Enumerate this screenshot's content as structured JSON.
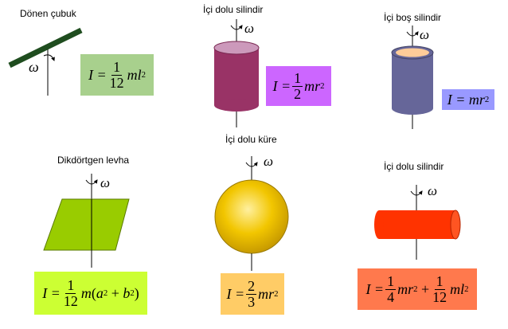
{
  "labels": {
    "rod": "Dönen çubuk",
    "solid_cylinder": "İçi dolu silindir",
    "hollow_cylinder": "İçi boş silindir",
    "plate": "Dikdörtgen levha",
    "sphere": "İçi dolu küre",
    "solid_cylinder_2": "İçi dolu silindir"
  },
  "omega_symbol": "ω",
  "formulas": {
    "rod": {
      "lhs": "I =",
      "num": "1",
      "den": "12",
      "rest": "ml",
      "exp": "2"
    },
    "solid_cylinder": {
      "lhs": "I =",
      "num": "1",
      "den": "2",
      "rest": "mr",
      "exp": "2"
    },
    "hollow_cylinder": {
      "lhs": "I =",
      "rest": "mr",
      "exp": "2"
    },
    "plate": {
      "lhs": "I =",
      "num": "1",
      "den": "12",
      "m": "m",
      "open": "(",
      "a": "a",
      "a_exp": "2",
      "plus": "+",
      "b": "b",
      "b_exp": "2",
      "close": ")"
    },
    "sphere": {
      "lhs": "I =",
      "num": "2",
      "den": "3",
      "rest": "mr",
      "exp": "2"
    },
    "solid_cylinder_2": {
      "lhs": "I =",
      "num1": "1",
      "den1": "4",
      "rest1": "mr",
      "exp1": "2",
      "plus": "+",
      "num2": "1",
      "den2": "12",
      "rest2": "ml",
      "exp2": "2"
    }
  },
  "colors": {
    "rod": "#1f4d1f",
    "rod_box": "#a8d08d",
    "solid_cyl_body": "#993366",
    "solid_cyl_top": "#cc99bb",
    "solid_cyl_box": "#cc66ff",
    "hollow_cyl_body": "#666699",
    "hollow_cyl_inner": "#ffcc99",
    "hollow_cyl_box": "#9999ff",
    "plate": "#99cc00",
    "plate_box": "#ccff33",
    "sphere": "#e6b800",
    "sphere_box": "#ffcc66",
    "cyl2_body": "#ff3300",
    "cyl2_box": "#ff794d"
  }
}
